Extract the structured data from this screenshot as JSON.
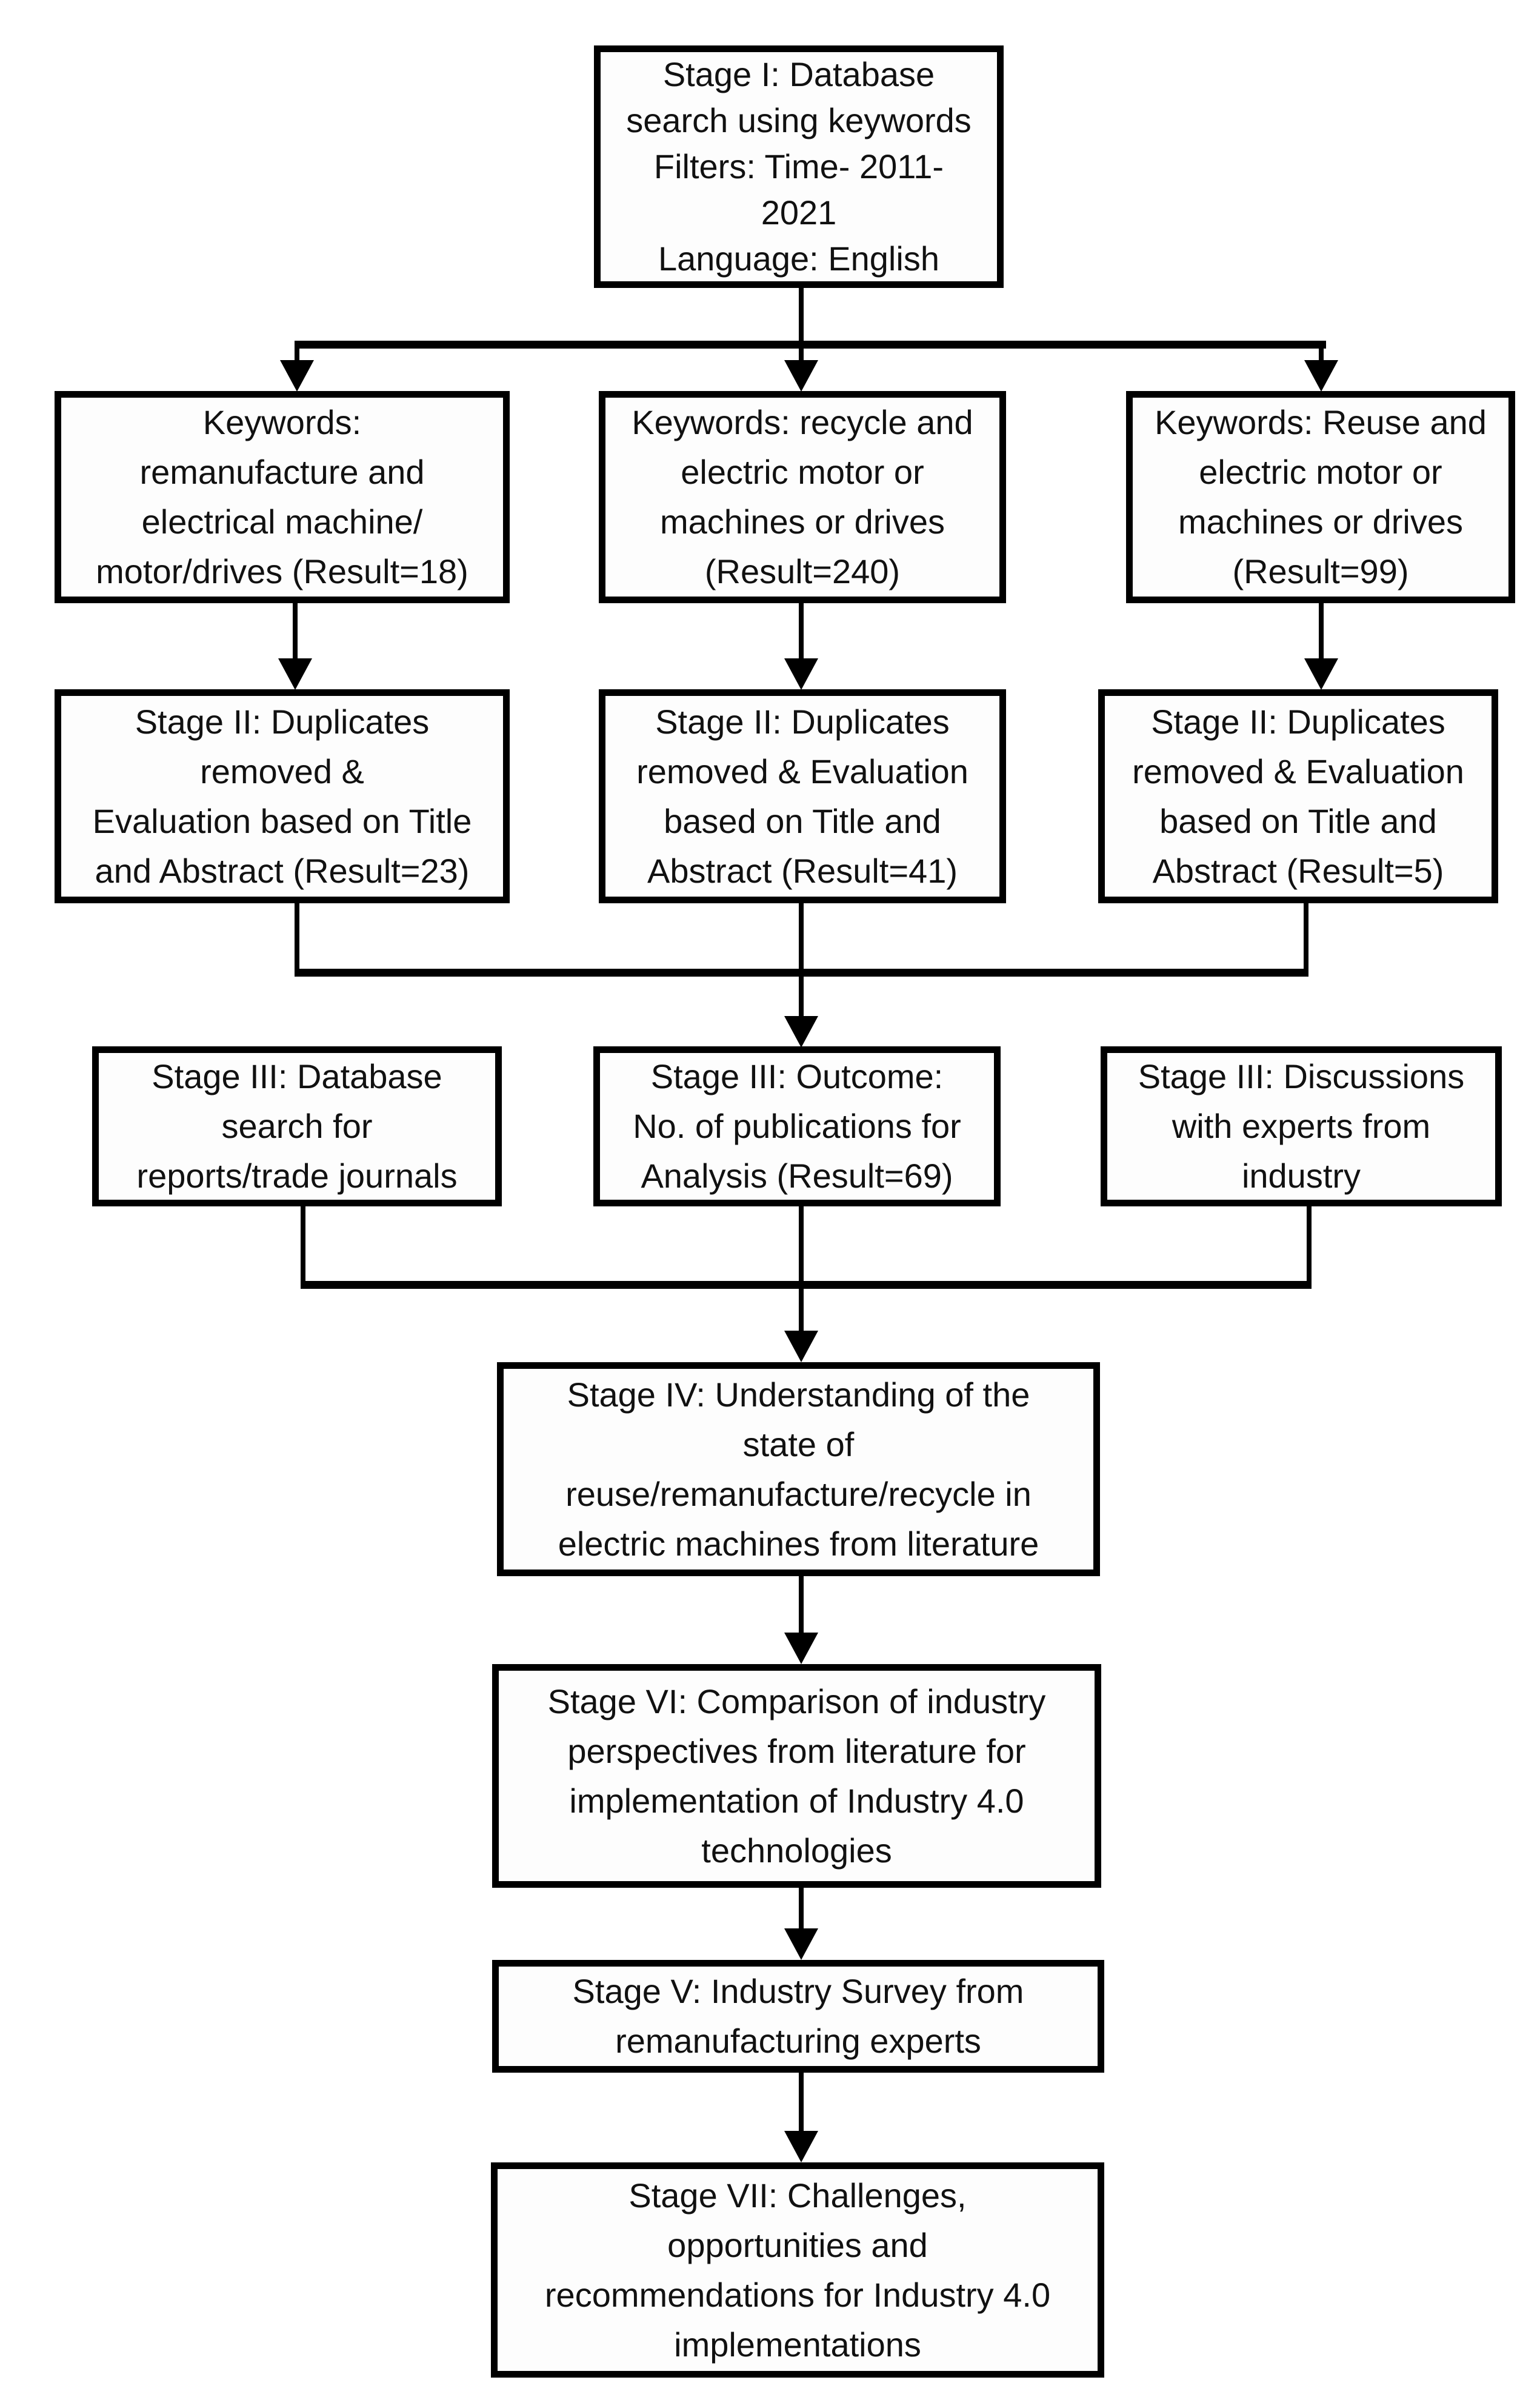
{
  "figure": {
    "type": "flowchart",
    "background_color": "#ffffff",
    "line_color": "#000000",
    "box_fill_color": "#fdfdfd",
    "text_color": "#111111"
  },
  "nodes": {
    "stage1": {
      "lines": [
        "Stage I: Database",
        "search using keywords",
        "Filters: Time- 2011-",
        "2021",
        "Language: English"
      ]
    },
    "kw_remanufacture": {
      "lines": [
        "Keywords:",
        "remanufacture and",
        "electrical machine/",
        "motor/drives (Result=18)"
      ],
      "result": 18
    },
    "kw_recycle": {
      "lines": [
        "Keywords: recycle and",
        "electric motor or",
        "machines or drives",
        "(Result=240)"
      ],
      "result": 240
    },
    "kw_reuse": {
      "lines": [
        "Keywords: Reuse and",
        "electric motor or",
        "machines or drives",
        "(Result=99)"
      ],
      "result": 99
    },
    "s2_remanufacture": {
      "lines": [
        "Stage II: Duplicates",
        "removed &",
        "Evaluation based on Title",
        "and Abstract (Result=23)"
      ],
      "result": 23
    },
    "s2_recycle": {
      "lines": [
        "Stage II: Duplicates",
        "removed & Evaluation",
        "based on Title and",
        "Abstract (Result=41)"
      ],
      "result": 41
    },
    "s2_reuse": {
      "lines": [
        "Stage II: Duplicates",
        "removed & Evaluation",
        "based on Title and",
        "Abstract (Result=5)"
      ],
      "result": 5
    },
    "s3_database": {
      "lines": [
        "Stage III: Database",
        "search for",
        "reports/trade journals"
      ]
    },
    "s3_outcome": {
      "lines": [
        "Stage III: Outcome:",
        "No. of publications for",
        "Analysis (Result=69)"
      ],
      "result": 69
    },
    "s3_experts": {
      "lines": [
        "Stage III: Discussions",
        "with experts from",
        "industry"
      ]
    },
    "s4": {
      "lines": [
        "Stage IV: Understanding of the",
        "state of",
        "reuse/remanufacture/recycle in",
        "electric machines from literature"
      ]
    },
    "s6": {
      "lines": [
        "Stage VI: Comparison of industry",
        "perspectives from literature for",
        "implementation of Industry 4.0",
        "technologies"
      ]
    },
    "s5": {
      "lines": [
        "Stage V: Industry Survey from",
        "remanufacturing experts"
      ]
    },
    "s7": {
      "lines": [
        "Stage VII: Challenges,",
        "opportunities and",
        "recommendations for Industry 4.0",
        "implementations"
      ]
    }
  },
  "edges": [
    [
      "stage1",
      "kw_remanufacture"
    ],
    [
      "stage1",
      "kw_recycle"
    ],
    [
      "stage1",
      "kw_reuse"
    ],
    [
      "kw_remanufacture",
      "s2_remanufacture"
    ],
    [
      "kw_recycle",
      "s2_recycle"
    ],
    [
      "kw_reuse",
      "s2_reuse"
    ],
    [
      "s2_remanufacture",
      "s3_outcome"
    ],
    [
      "s2_recycle",
      "s3_outcome"
    ],
    [
      "s2_reuse",
      "s3_outcome"
    ],
    [
      "s3_database",
      "s4"
    ],
    [
      "s3_outcome",
      "s4"
    ],
    [
      "s3_experts",
      "s4"
    ],
    [
      "s4",
      "s6"
    ],
    [
      "s6",
      "s5"
    ],
    [
      "s5",
      "s7"
    ]
  ]
}
